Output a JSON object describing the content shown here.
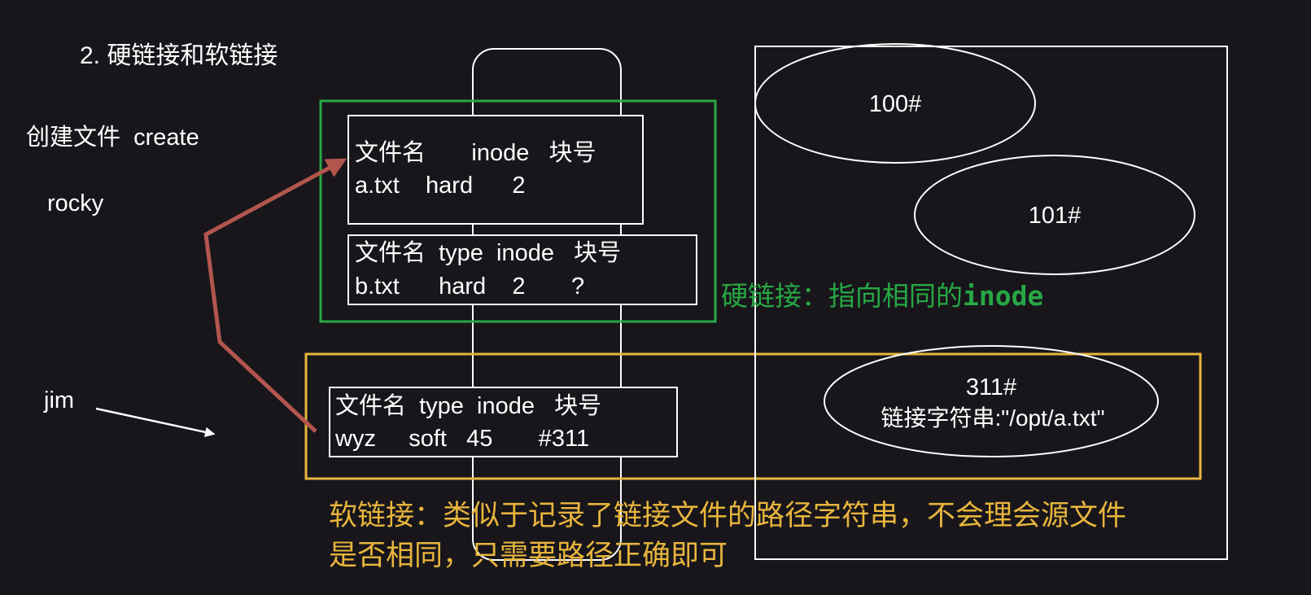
{
  "title": "2. 硬链接和软链接",
  "left_labels": {
    "create": "创建文件  create",
    "rocky": "rocky",
    "jim": "jim"
  },
  "entry_a": {
    "header": "文件名       inode   块号",
    "row": "a.txt    hard      2"
  },
  "entry_b": {
    "header": "文件名  type  inode   块号",
    "row": "b.txt      hard    2       ?"
  },
  "entry_wyz": {
    "header": "文件名  type  inode   块号",
    "row": "wyz     soft   45       #311"
  },
  "blocks": {
    "b100": "100#",
    "b101": "101#",
    "b311_line1": "311#",
    "b311_line2": "链接字符串:\"/opt/a.txt\""
  },
  "hard_link_note": {
    "prefix": "硬链接：指向相同的",
    "keyword": "inode"
  },
  "soft_link_note": {
    "line1": "软链接：类似于记录了链接文件的路径字符串，不会理会源文件",
    "line2": "是否相同，只需要路径正确即可"
  },
  "colors": {
    "background": "#18161b",
    "green": "#27a844",
    "yellow": "#e8b53c",
    "arrow_red": "#b3564e",
    "line_white": "#ffffff"
  }
}
